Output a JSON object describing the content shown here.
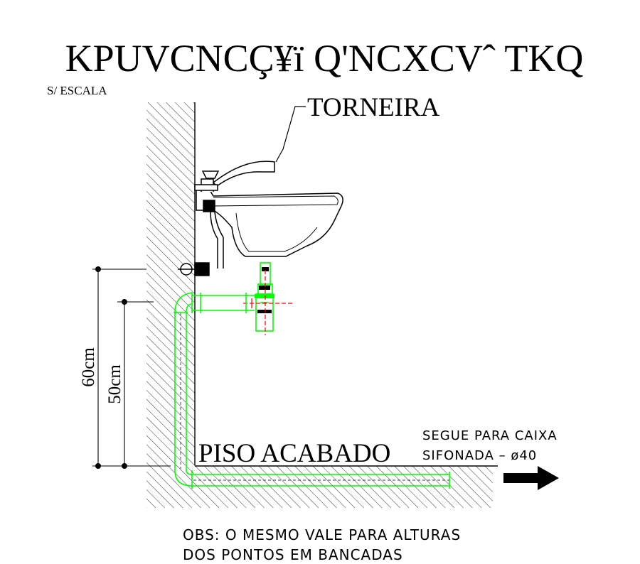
{
  "title": "KPUVCNCÇ¥ï Q'NCXCVˆ TKQ",
  "scale_note": "S/ ESCALA",
  "labels": {
    "faucet": "TORNEIRA",
    "finished_floor": "PISO ACABADO",
    "drain_line_1": "SEGUE PARA CAIXA",
    "drain_line_2": "SIFONADA – ø40"
  },
  "dimensions": {
    "drain_height": "60cm",
    "water_point_height": "50cm"
  },
  "notes": {
    "line_1": "OBS: O MESMO VALE PARA ALTURAS",
    "line_2": "DOS PONTOS EM BANCADAS"
  },
  "colors": {
    "line": "#000000",
    "pipe": "#00ff00",
    "axis": "#ff0000"
  }
}
